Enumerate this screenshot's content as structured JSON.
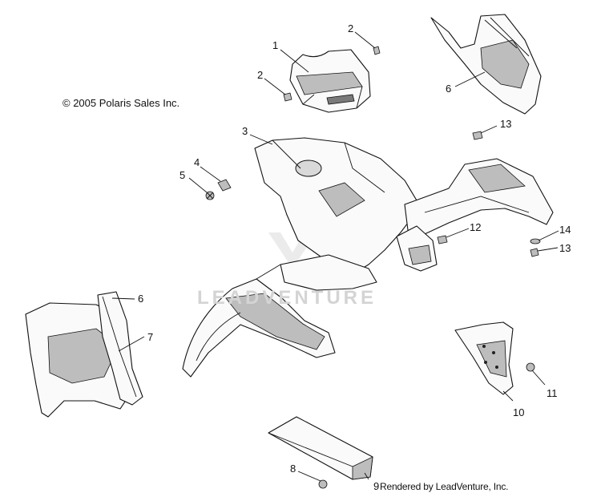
{
  "copyright": "© 2005 Polaris Sales Inc.",
  "rendered_by": "Rendered by LeadVenture, Inc.",
  "watermark": "LEADVENTURE",
  "callouts": [
    {
      "id": "c1",
      "label": "1"
    },
    {
      "id": "c2a",
      "label": "2"
    },
    {
      "id": "c2b",
      "label": "2"
    },
    {
      "id": "c3",
      "label": "3"
    },
    {
      "id": "c4",
      "label": "4"
    },
    {
      "id": "c5",
      "label": "5"
    },
    {
      "id": "c6a",
      "label": "6"
    },
    {
      "id": "c6b",
      "label": "6"
    },
    {
      "id": "c7",
      "label": "7"
    },
    {
      "id": "c8",
      "label": "8"
    },
    {
      "id": "c9",
      "label": "9"
    },
    {
      "id": "c10",
      "label": "10"
    },
    {
      "id": "c11",
      "label": "11"
    },
    {
      "id": "c12",
      "label": "12"
    },
    {
      "id": "c13a",
      "label": "13"
    },
    {
      "id": "c13b",
      "label": "13"
    },
    {
      "id": "c14",
      "label": "14"
    }
  ]
}
